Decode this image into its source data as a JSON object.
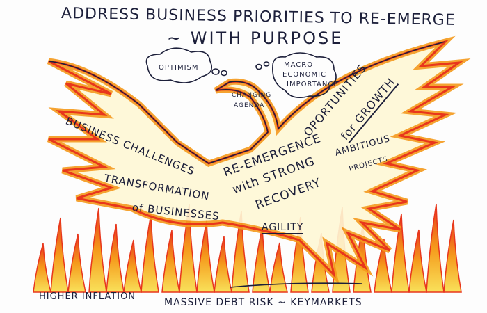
{
  "title": {
    "line1": "ADDRESS BUSINESS PRIORITIES TO RE-EMERGE",
    "line2": "~ WITH PURPOSE"
  },
  "bubbles": {
    "optimism": "OPTIMISM",
    "macro1": "MACRO",
    "macro2": "ECONOMIC",
    "macro3": "IMPORTANCE"
  },
  "labels": {
    "changing1": "CHANGING",
    "changing2": "AGENDA",
    "opportunities": "OPORTUNITIES",
    "growth": "for GROWTH",
    "challenges": "BUSINESS CHALLENGES",
    "transformation": "TRANSFORMATION",
    "businesses": "of BUSINESSES",
    "reemergence1": "RE-EMERGENCE",
    "reemergence2": "with STRONG",
    "reemergence3": "RECOVERY",
    "ambitious": "AMBITIOUS",
    "projects": "PROJECTS",
    "agility": "AGILITY",
    "inflation": "HIGHER INFLATION",
    "debt": "MASSIVE DEBT RISK ~ KEYMARKETS"
  },
  "colors": {
    "ink": "#1c1f3a",
    "flame_red": "#e8361c",
    "flame_orange": "#f59a1b",
    "flame_yellow": "#f9e15a"
  }
}
